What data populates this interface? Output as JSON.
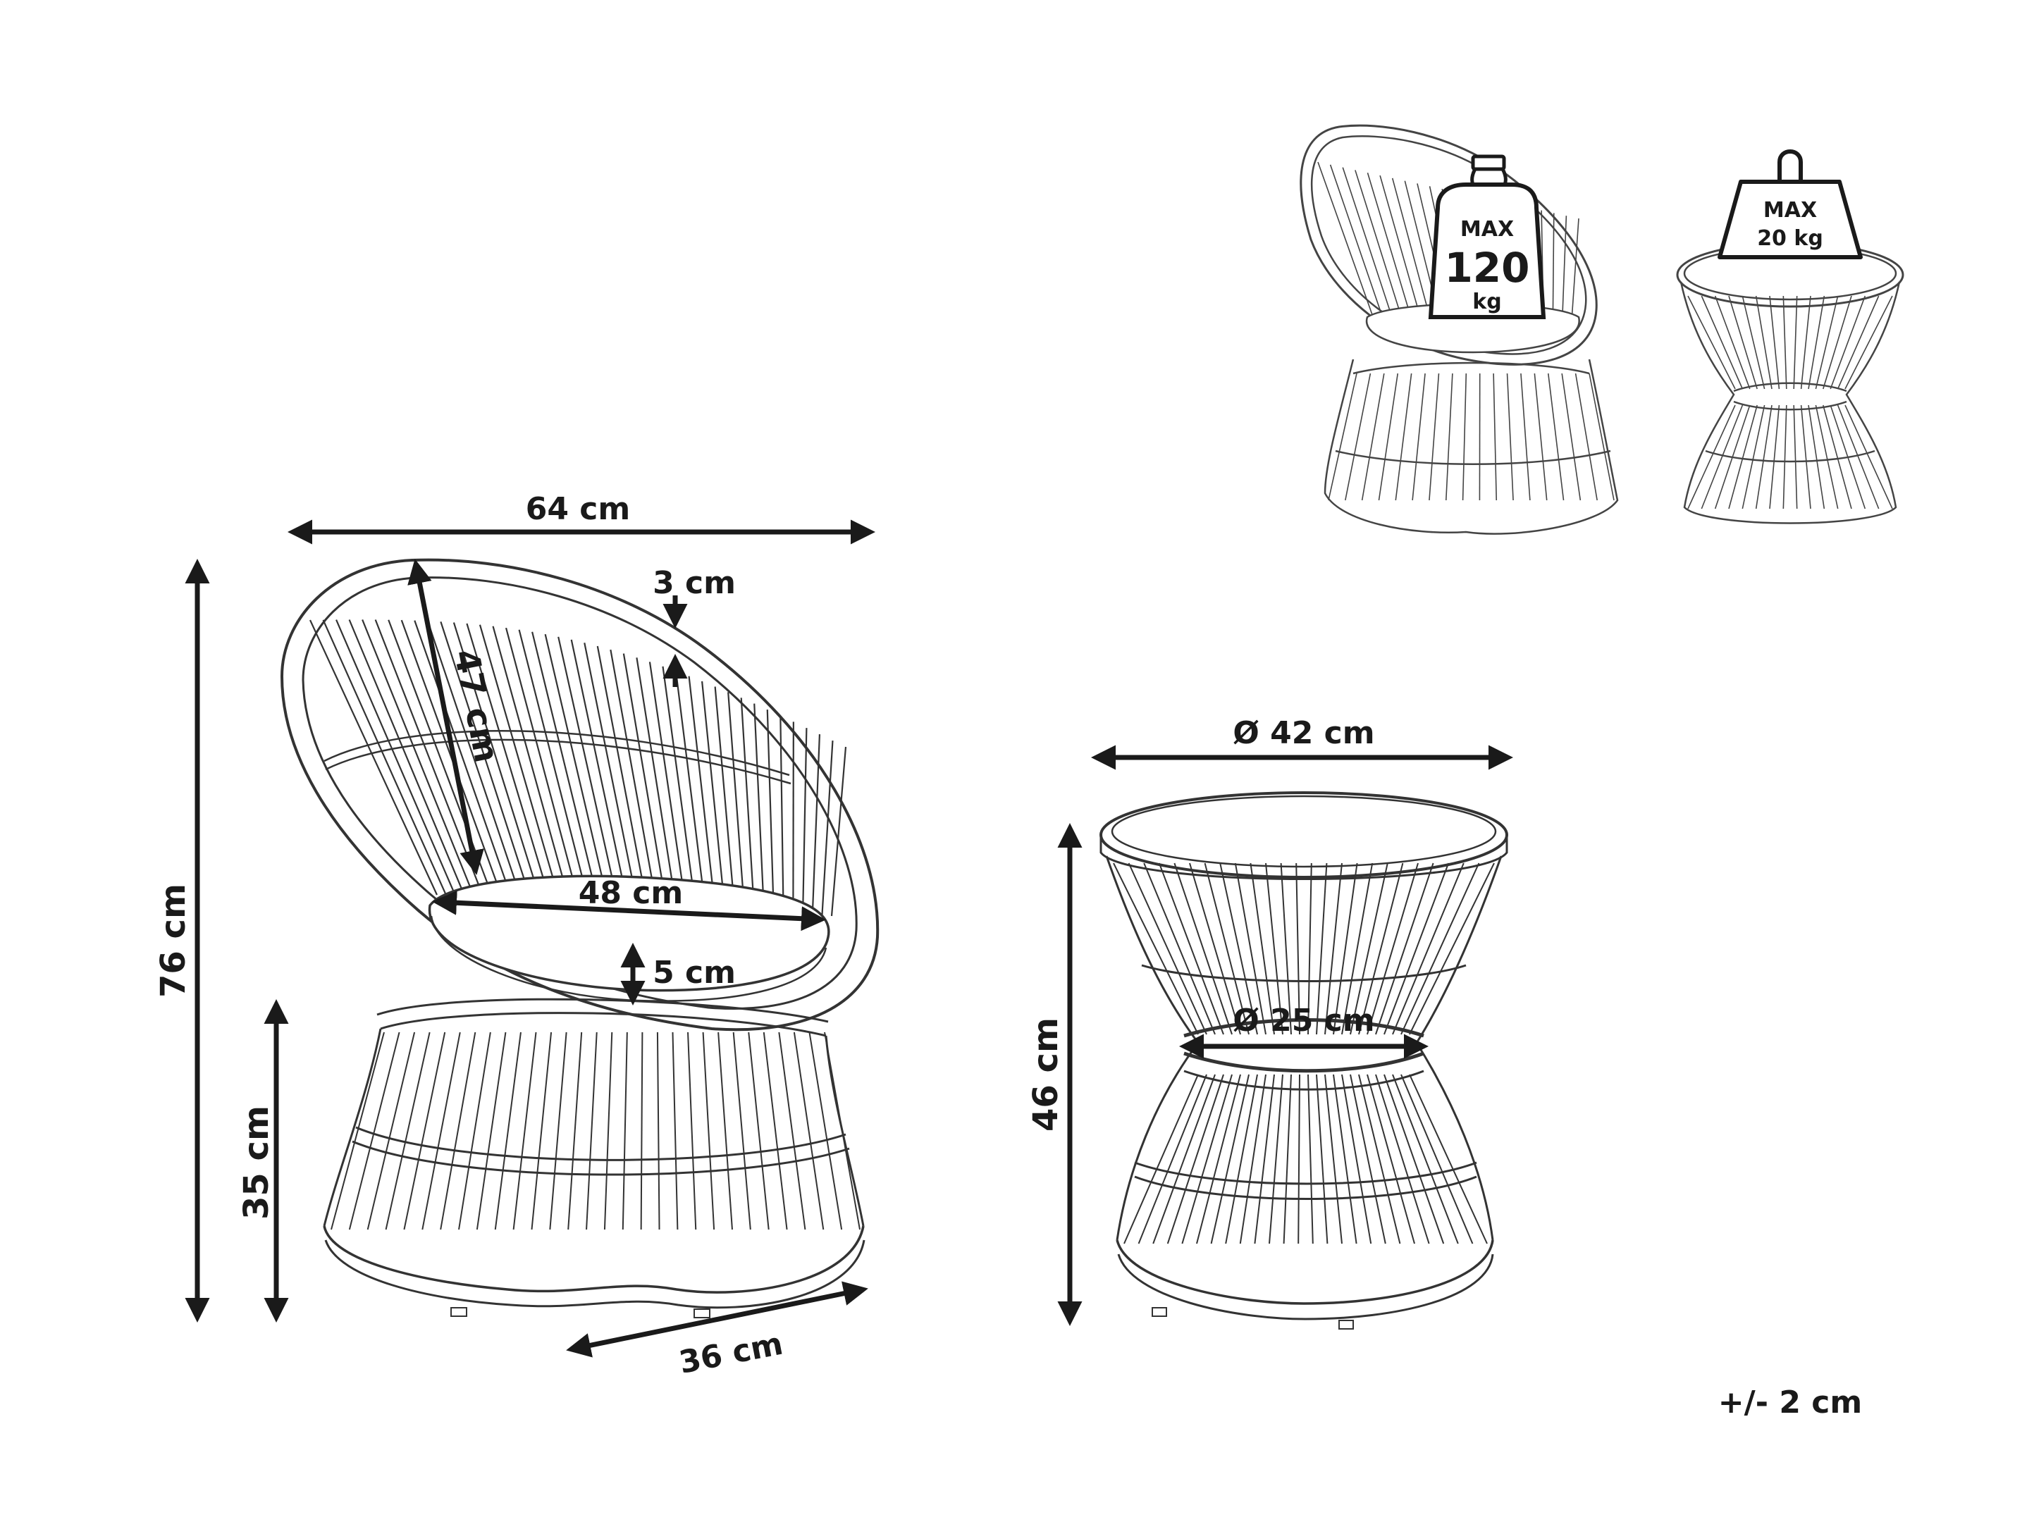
{
  "chair": {
    "width": "64 cm",
    "height": "76 cm",
    "back_height": "47 cm",
    "frame_thickness": "3 cm",
    "seat_width": "48 cm",
    "cushion_thickness": "5 cm",
    "seat_height": "35 cm",
    "base_width": "36 cm"
  },
  "table": {
    "top_diameter": "Ø 42 cm",
    "waist_diameter": "Ø 25 cm",
    "height": "46 cm"
  },
  "load": {
    "chair_max_label": "MAX",
    "chair_max_value": "120",
    "chair_max_unit": "kg",
    "table_max_label": "MAX",
    "table_max_value": "20 kg"
  },
  "tolerance": "+/- 2 cm"
}
